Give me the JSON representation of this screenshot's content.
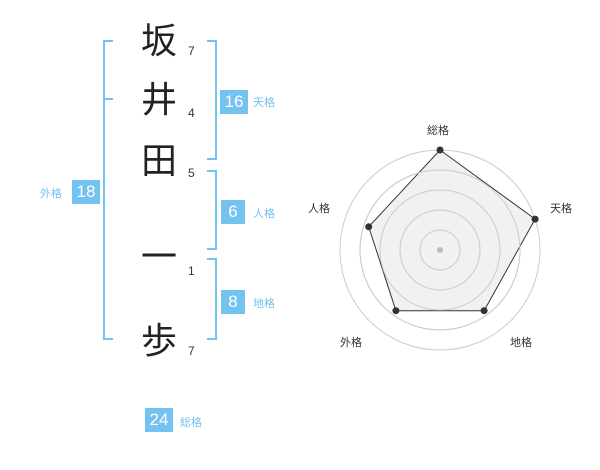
{
  "name_chars": [
    {
      "char": "坂",
      "strokes": "7"
    },
    {
      "char": "井",
      "strokes": "4"
    },
    {
      "char": "田",
      "strokes": "5"
    },
    {
      "char": "一",
      "strokes": "1"
    },
    {
      "char": "歩",
      "strokes": "7"
    }
  ],
  "fortunes": {
    "tenkaku": {
      "value": "16",
      "label": "天格"
    },
    "jinkaku": {
      "value": "6",
      "label": "人格"
    },
    "chikaku": {
      "value": "8",
      "label": "地格"
    },
    "gaikaku": {
      "value": "18",
      "label": "外格"
    },
    "soukaku": {
      "value": "24",
      "label": "総格"
    }
  },
  "chart_data": {
    "type": "radar",
    "axes": [
      "総格",
      "天格",
      "地格",
      "外格",
      "人格"
    ],
    "values": [
      1.0,
      1.0,
      0.75,
      0.75,
      0.75
    ],
    "rings": 5,
    "colors": {
      "fill": "#eeeeee",
      "stroke": "#333333",
      "grid": "#cccccc",
      "point": "#333333",
      "center": "#bbbbbb"
    }
  },
  "colors": {
    "accent": "#74c2ef"
  }
}
